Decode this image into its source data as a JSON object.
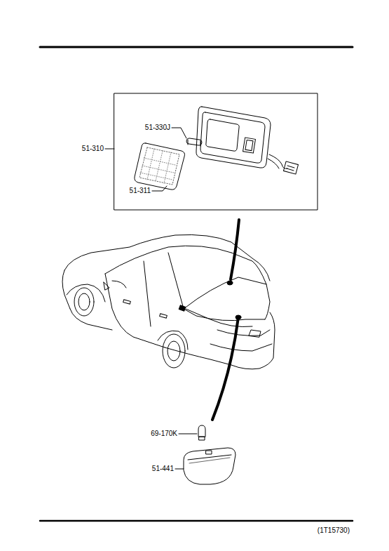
{
  "diagram": {
    "labels": [
      "51-310",
      "51-330J",
      "51-311",
      "69-170K",
      "51-441",
      "(1T15730)"
    ]
  }
}
